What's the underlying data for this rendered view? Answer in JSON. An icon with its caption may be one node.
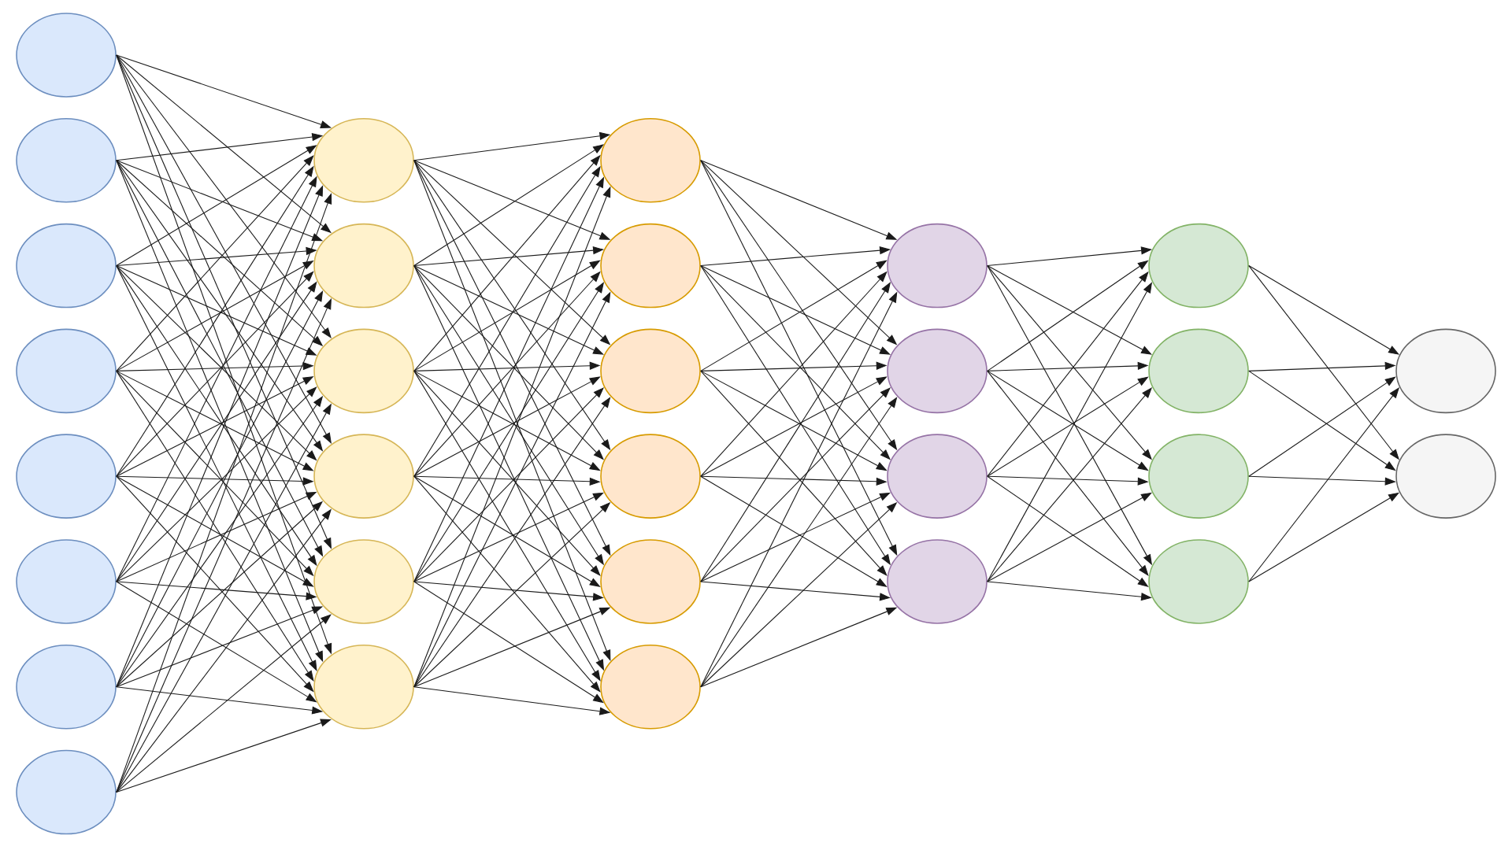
{
  "diagram": {
    "nodes": [
      {
        "text": [],
        "shape": "circle"
      },
      {
        "text": [],
        "shape": "circle"
      },
      {
        "text": [],
        "shape": "circle"
      },
      {
        "text": [],
        "shape": "circle"
      },
      {
        "text": [],
        "shape": "circle"
      },
      {
        "text": [],
        "shape": "circle"
      },
      {
        "text": [],
        "shape": "circle"
      },
      {
        "text": [],
        "shape": "circle"
      },
      {
        "text": [],
        "shape": "circle"
      },
      {
        "text": [],
        "shape": "circle"
      },
      {
        "text": [],
        "shape": "circle"
      },
      {
        "text": [],
        "shape": "circle"
      },
      {
        "text": [],
        "shape": "circle"
      },
      {
        "text": [],
        "shape": "circle"
      },
      {
        "text": [],
        "shape": "circle"
      },
      {
        "text": [],
        "shape": "circle"
      },
      {
        "text": [],
        "shape": "circle"
      },
      {
        "text": [],
        "shape": "circle"
      },
      {
        "text": [],
        "shape": "circle"
      },
      {
        "text": [],
        "shape": "circle"
      },
      {
        "text": [],
        "shape": "circle"
      },
      {
        "text": [],
        "shape": "circle"
      },
      {
        "text": [],
        "shape": "circle"
      },
      {
        "text": [],
        "shape": "circle"
      },
      {
        "text": [],
        "shape": "circle"
      },
      {
        "text": [],
        "shape": "circle"
      },
      {
        "text": [],
        "shape": "circle"
      },
      {
        "text": [],
        "shape": "circle"
      },
      {
        "text": [],
        "shape": "circle"
      },
      {
        "text": [],
        "shape": "circle"
      }
    ],
    "edges": [
      {
        "from": 0,
        "to": 8,
        "arrow": "to"
      },
      {
        "from": 0,
        "to": 9,
        "arrow": "to"
      },
      {
        "from": 0,
        "to": 10,
        "arrow": "to"
      },
      {
        "from": 0,
        "to": 11,
        "arrow": "to"
      },
      {
        "from": 0,
        "to": 12,
        "arrow": "to"
      },
      {
        "from": 0,
        "to": 13,
        "arrow": "to"
      },
      {
        "from": 1,
        "to": 8,
        "arrow": "to"
      },
      {
        "from": 1,
        "to": 9,
        "arrow": "to"
      },
      {
        "from": 1,
        "to": 10,
        "arrow": "to"
      },
      {
        "from": 1,
        "to": 11,
        "arrow": "to"
      },
      {
        "from": 1,
        "to": 12,
        "arrow": "to"
      },
      {
        "from": 1,
        "to": 13,
        "arrow": "to"
      },
      {
        "from": 2,
        "to": 8,
        "arrow": "to"
      },
      {
        "from": 2,
        "to": 9,
        "arrow": "to"
      },
      {
        "from": 2,
        "to": 10,
        "arrow": "to"
      },
      {
        "from": 2,
        "to": 11,
        "arrow": "to"
      },
      {
        "from": 2,
        "to": 12,
        "arrow": "to"
      },
      {
        "from": 2,
        "to": 13,
        "arrow": "to"
      },
      {
        "from": 3,
        "to": 8,
        "arrow": "to"
      },
      {
        "from": 3,
        "to": 9,
        "arrow": "to"
      },
      {
        "from": 3,
        "to": 10,
        "arrow": "to"
      },
      {
        "from": 3,
        "to": 11,
        "arrow": "to"
      },
      {
        "from": 3,
        "to": 12,
        "arrow": "to"
      },
      {
        "from": 3,
        "to": 13,
        "arrow": "to"
      },
      {
        "from": 4,
        "to": 8,
        "arrow": "to"
      },
      {
        "from": 4,
        "to": 9,
        "arrow": "to"
      },
      {
        "from": 4,
        "to": 10,
        "arrow": "to"
      },
      {
        "from": 4,
        "to": 11,
        "arrow": "to"
      },
      {
        "from": 4,
        "to": 12,
        "arrow": "to"
      },
      {
        "from": 4,
        "to": 13,
        "arrow": "to"
      },
      {
        "from": 5,
        "to": 8,
        "arrow": "to"
      },
      {
        "from": 5,
        "to": 9,
        "arrow": "to"
      },
      {
        "from": 5,
        "to": 10,
        "arrow": "to"
      },
      {
        "from": 5,
        "to": 11,
        "arrow": "to"
      },
      {
        "from": 5,
        "to": 12,
        "arrow": "to"
      },
      {
        "from": 5,
        "to": 13,
        "arrow": "to"
      },
      {
        "from": 6,
        "to": 8,
        "arrow": "to"
      },
      {
        "from": 6,
        "to": 9,
        "arrow": "to"
      },
      {
        "from": 6,
        "to": 10,
        "arrow": "to"
      },
      {
        "from": 6,
        "to": 11,
        "arrow": "to"
      },
      {
        "from": 6,
        "to": 12,
        "arrow": "to"
      },
      {
        "from": 6,
        "to": 13,
        "arrow": "to"
      },
      {
        "from": 7,
        "to": 8,
        "arrow": "to"
      },
      {
        "from": 7,
        "to": 9,
        "arrow": "to"
      },
      {
        "from": 7,
        "to": 10,
        "arrow": "to"
      },
      {
        "from": 7,
        "to": 11,
        "arrow": "to"
      },
      {
        "from": 7,
        "to": 12,
        "arrow": "to"
      },
      {
        "from": 7,
        "to": 13,
        "arrow": "to"
      },
      {
        "from": 8,
        "to": 14,
        "arrow": "to"
      },
      {
        "from": 8,
        "to": 15,
        "arrow": "to"
      },
      {
        "from": 8,
        "to": 16,
        "arrow": "to"
      },
      {
        "from": 8,
        "to": 17,
        "arrow": "to"
      },
      {
        "from": 8,
        "to": 18,
        "arrow": "to"
      },
      {
        "from": 8,
        "to": 19,
        "arrow": "to"
      },
      {
        "from": 9,
        "to": 14,
        "arrow": "to"
      },
      {
        "from": 9,
        "to": 15,
        "arrow": "to"
      },
      {
        "from": 9,
        "to": 16,
        "arrow": "to"
      },
      {
        "from": 9,
        "to": 17,
        "arrow": "to"
      },
      {
        "from": 9,
        "to": 18,
        "arrow": "to"
      },
      {
        "from": 9,
        "to": 19,
        "arrow": "to"
      },
      {
        "from": 10,
        "to": 14,
        "arrow": "to"
      },
      {
        "from": 10,
        "to": 15,
        "arrow": "to"
      },
      {
        "from": 10,
        "to": 16,
        "arrow": "to"
      },
      {
        "from": 10,
        "to": 17,
        "arrow": "to"
      },
      {
        "from": 10,
        "to": 18,
        "arrow": "to"
      },
      {
        "from": 10,
        "to": 19,
        "arrow": "to"
      },
      {
        "from": 11,
        "to": 14,
        "arrow": "to"
      },
      {
        "from": 11,
        "to": 15,
        "arrow": "to"
      },
      {
        "from": 11,
        "to": 16,
        "arrow": "to"
      },
      {
        "from": 11,
        "to": 17,
        "arrow": "to"
      },
      {
        "from": 11,
        "to": 18,
        "arrow": "to"
      },
      {
        "from": 11,
        "to": 19,
        "arrow": "to"
      },
      {
        "from": 12,
        "to": 14,
        "arrow": "to"
      },
      {
        "from": 12,
        "to": 15,
        "arrow": "to"
      },
      {
        "from": 12,
        "to": 16,
        "arrow": "to"
      },
      {
        "from": 12,
        "to": 17,
        "arrow": "to"
      },
      {
        "from": 12,
        "to": 18,
        "arrow": "to"
      },
      {
        "from": 12,
        "to": 19,
        "arrow": "to"
      },
      {
        "from": 13,
        "to": 14,
        "arrow": "to"
      },
      {
        "from": 13,
        "to": 15,
        "arrow": "to"
      },
      {
        "from": 13,
        "to": 16,
        "arrow": "to"
      },
      {
        "from": 13,
        "to": 17,
        "arrow": "to"
      },
      {
        "from": 13,
        "to": 18,
        "arrow": "to"
      },
      {
        "from": 13,
        "to": 19,
        "arrow": "to"
      },
      {
        "from": 14,
        "to": 20,
        "arrow": "to"
      },
      {
        "from": 14,
        "to": 21,
        "arrow": "to"
      },
      {
        "from": 14,
        "to": 22,
        "arrow": "to"
      },
      {
        "from": 14,
        "to": 23,
        "arrow": "to"
      },
      {
        "from": 15,
        "to": 20,
        "arrow": "to"
      },
      {
        "from": 15,
        "to": 21,
        "arrow": "to"
      },
      {
        "from": 15,
        "to": 22,
        "arrow": "to"
      },
      {
        "from": 15,
        "to": 23,
        "arrow": "to"
      },
      {
        "from": 16,
        "to": 20,
        "arrow": "to"
      },
      {
        "from": 16,
        "to": 21,
        "arrow": "to"
      },
      {
        "from": 16,
        "to": 22,
        "arrow": "to"
      },
      {
        "from": 16,
        "to": 23,
        "arrow": "to"
      },
      {
        "from": 17,
        "to": 20,
        "arrow": "to"
      },
      {
        "from": 17,
        "to": 21,
        "arrow": "to"
      },
      {
        "from": 17,
        "to": 22,
        "arrow": "to"
      },
      {
        "from": 17,
        "to": 23,
        "arrow": "to"
      },
      {
        "from": 18,
        "to": 20,
        "arrow": "to"
      },
      {
        "from": 18,
        "to": 21,
        "arrow": "to"
      },
      {
        "from": 18,
        "to": 22,
        "arrow": "to"
      },
      {
        "from": 18,
        "to": 23,
        "arrow": "to"
      },
      {
        "from": 19,
        "to": 20,
        "arrow": "to"
      },
      {
        "from": 19,
        "to": 21,
        "arrow": "to"
      },
      {
        "from": 19,
        "to": 22,
        "arrow": "to"
      },
      {
        "from": 19,
        "to": 23,
        "arrow": "to"
      },
      {
        "from": 20,
        "to": 24,
        "arrow": "to"
      },
      {
        "from": 20,
        "to": 25,
        "arrow": "to"
      },
      {
        "from": 20,
        "to": 26,
        "arrow": "to"
      },
      {
        "from": 20,
        "to": 27,
        "arrow": "to"
      },
      {
        "from": 21,
        "to": 24,
        "arrow": "to"
      },
      {
        "from": 21,
        "to": 25,
        "arrow": "to"
      },
      {
        "from": 21,
        "to": 26,
        "arrow": "to"
      },
      {
        "from": 21,
        "to": 27,
        "arrow": "to"
      },
      {
        "from": 22,
        "to": 24,
        "arrow": "to"
      },
      {
        "from": 22,
        "to": 25,
        "arrow": "to"
      },
      {
        "from": 22,
        "to": 26,
        "arrow": "to"
      },
      {
        "from": 22,
        "to": 27,
        "arrow": "to"
      },
      {
        "from": 23,
        "to": 24,
        "arrow": "to"
      },
      {
        "from": 23,
        "to": 25,
        "arrow": "to"
      },
      {
        "from": 23,
        "to": 26,
        "arrow": "to"
      },
      {
        "from": 23,
        "to": 27,
        "arrow": "to"
      },
      {
        "from": 24,
        "to": 28,
        "arrow": "to"
      },
      {
        "from": 24,
        "to": 29,
        "arrow": "to"
      },
      {
        "from": 25,
        "to": 28,
        "arrow": "to"
      },
      {
        "from": 25,
        "to": 29,
        "arrow": "to"
      },
      {
        "from": 26,
        "to": 28,
        "arrow": "to"
      },
      {
        "from": 26,
        "to": 29,
        "arrow": "to"
      },
      {
        "from": 27,
        "to": 28,
        "arrow": "to"
      },
      {
        "from": 27,
        "to": 29,
        "arrow": "to"
      }
    ]
  }
}
